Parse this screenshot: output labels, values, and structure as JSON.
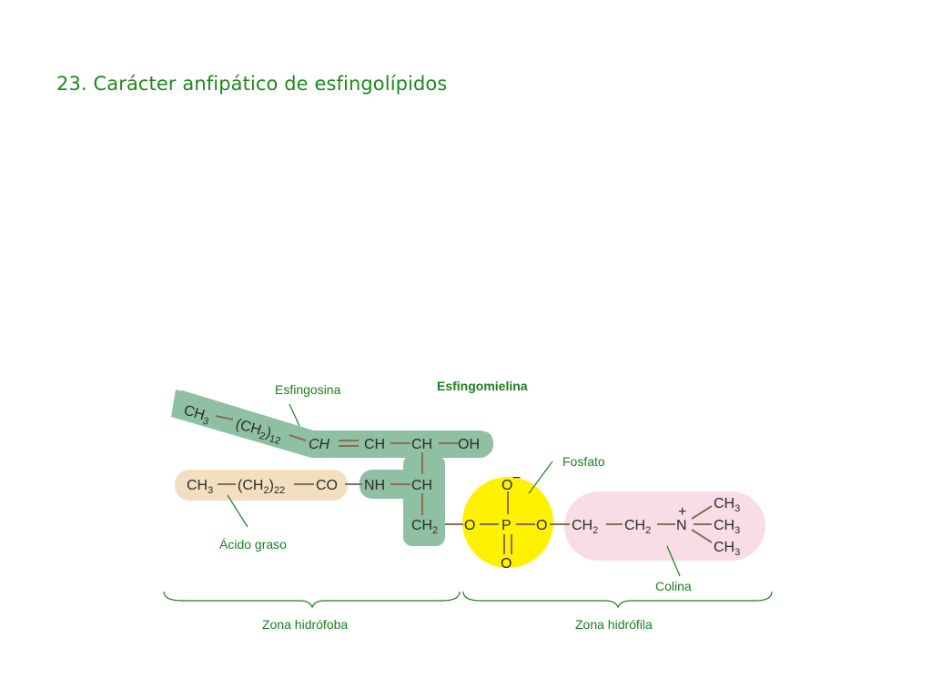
{
  "title": "23. Carácter anfipático de esfingolípidos",
  "diagram": {
    "molecule_name": "Esfingomielina",
    "labels": {
      "sphingosine": "Esfingosina",
      "phosphate": "Fosfato",
      "fatty_acid": "Ácido graso",
      "choline": "Colina",
      "hydrophobic": "Zona hidrófoba",
      "hydrophilic": "Zona hidrófila"
    },
    "sphingosine_chain": {
      "ch3": "CH",
      "ch3_sub": "3",
      "ch2n": "(CH",
      "ch2n_sub": "2",
      "ch2n_close": ")",
      "ch2n_count": "12",
      "ch": "CH",
      "c1": "CH",
      "c2": "CH",
      "oh": "OH",
      "nh_ch": "CH",
      "ch2": "CH",
      "ch2_sub": "2"
    },
    "fatty_acid_chain": {
      "ch3": "CH",
      "ch3_sub": "3",
      "ch2n": "(CH",
      "ch2n_sub": "2",
      "ch2n_close": ")",
      "ch2n_count": "22",
      "co": "CO",
      "nh": "NH"
    },
    "phosphate_group": {
      "o_link": "O",
      "p": "P",
      "o_top": "O",
      "o_top_charge": "−",
      "o_bottom": "O",
      "o_right": "O"
    },
    "choline_group": {
      "ch2a": "CH",
      "ch2a_sub": "2",
      "ch2b": "CH",
      "ch2b_sub": "2",
      "n": "N",
      "n_charge": "+",
      "me1": "CH",
      "me1_sub": "3",
      "me2": "CH",
      "me2_sub": "3",
      "me3": "CH",
      "me3_sub": "3"
    },
    "colors": {
      "sphingosine_bg": "#8fc0a3",
      "fatty_acid_bg": "#f1dfc0",
      "phosphate_bg": "#fff200",
      "choline_bg": "#f9dde6",
      "label_green": "#1e7d1e"
    }
  }
}
